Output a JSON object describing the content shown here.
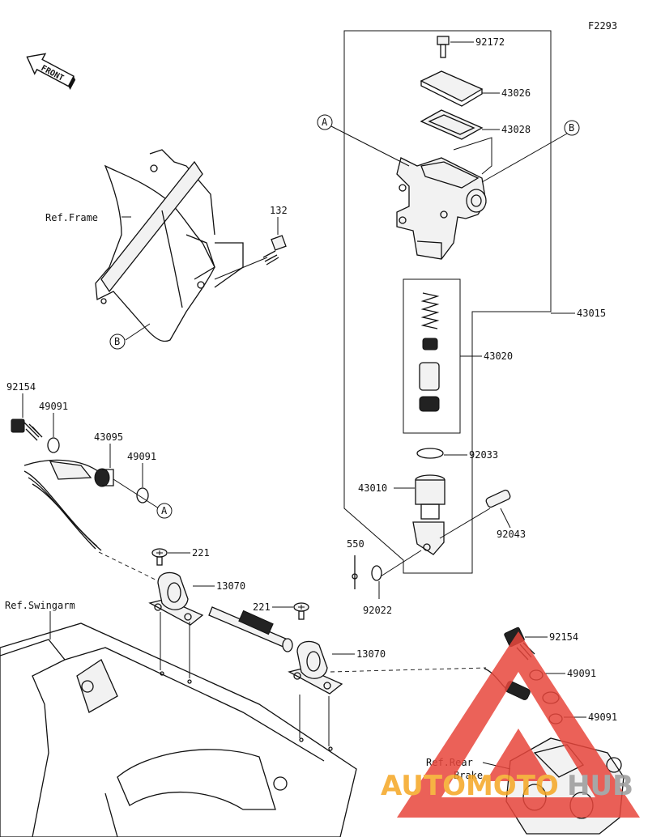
{
  "diagram_code": "F2293",
  "front_label": "FRONT",
  "refs": {
    "frame": "Ref.Frame",
    "swingarm": "Ref.Swingarm",
    "rear_brake_line1": "Ref.Rear",
    "rear_brake_line2": "Brake"
  },
  "callouts": {
    "a": "A",
    "b": "B"
  },
  "parts": {
    "p92172": "92172",
    "p43026": "43026",
    "p43028": "43028",
    "p43015": "43015",
    "p43020": "43020",
    "p92033": "92033",
    "p43010": "43010",
    "p92043": "92043",
    "p550": "550",
    "p92022": "92022",
    "p132": "132",
    "p92154_top": "92154",
    "p49091_a": "49091",
    "p43095": "43095",
    "p49091_b": "49091",
    "p221_a": "221",
    "p13070_a": "13070",
    "p221_b": "221",
    "p13070_b": "13070",
    "p92154_bottom": "92154",
    "p49091_c": "49091",
    "p49091_d": "49091"
  },
  "watermark": {
    "text_orange": "AUTOMOTO",
    "text_gray": "HUB",
    "color_orange": "#f5a623",
    "color_gray": "#9b9b9b",
    "color_triangle": "#e8463c"
  }
}
